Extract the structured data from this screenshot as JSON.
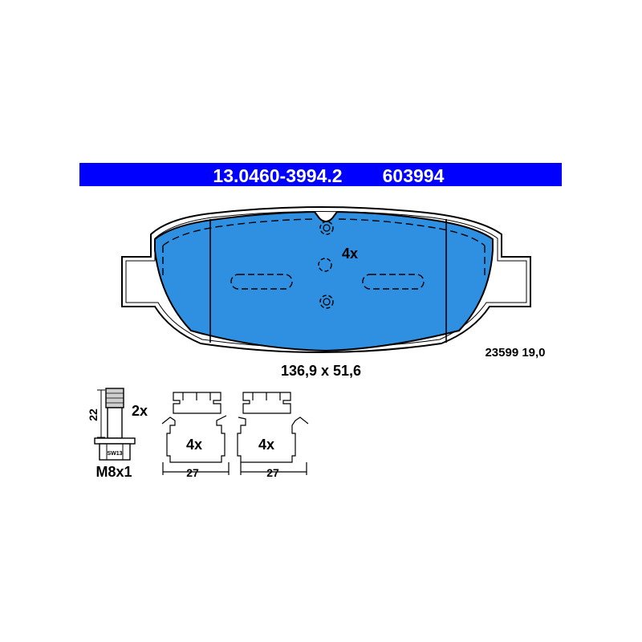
{
  "header": {
    "part_number": "13.0460-3994.2",
    "reference": "603994",
    "band_color": "#0000ff",
    "text_color": "#ffffff"
  },
  "pad": {
    "quantity_label": "4x",
    "dimensions": "136,9 x 51,6",
    "wva_thickness": "23599 19,0",
    "lining_color": "#2f8fe0"
  },
  "bolt": {
    "quantity_label": "2x",
    "length": "22",
    "wrench_size": "SW13",
    "thread": "M8x1"
  },
  "clips": [
    {
      "quantity_label": "4x",
      "width": "27"
    },
    {
      "quantity_label": "4x",
      "width": "27"
    }
  ]
}
